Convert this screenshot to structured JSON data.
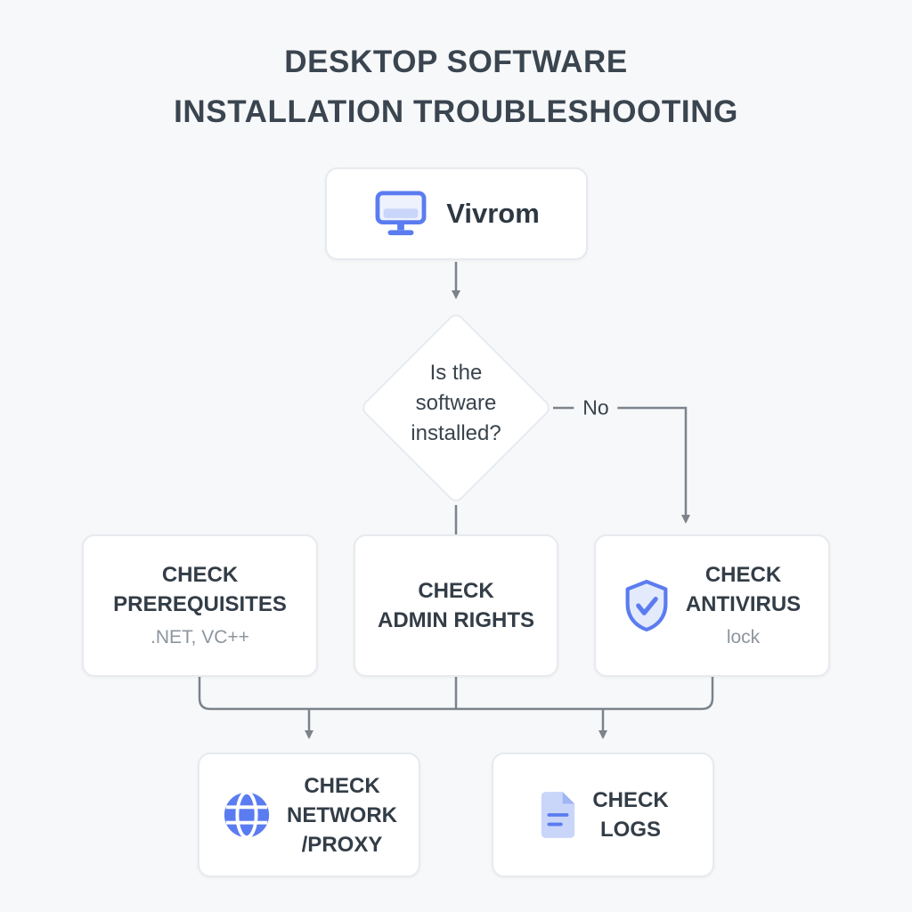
{
  "title": {
    "line1": "DESKTOP SOFTWARE",
    "line2": "INSTALLATION TROUBLESHOOTING"
  },
  "flow": {
    "start": {
      "label": "Vivrom",
      "icon": "monitor-icon"
    },
    "decision": {
      "line1": "Is the",
      "line2": "software",
      "line3": "installed?"
    },
    "no_edge": {
      "label": "No"
    },
    "prerequisites": {
      "line1": "CHECK",
      "line2": "PREREQUISITES",
      "subtitle": ".NET, VC++"
    },
    "admin_rights": {
      "line1": "CHECK",
      "line2": "ADMIN RIGHTS"
    },
    "antivirus": {
      "icon": "shield-check-icon",
      "line1": "CHECK",
      "line2": "ANTIVIRUS",
      "subtitle": "lock"
    },
    "network_proxy": {
      "icon": "globe-icon",
      "line1": "CHECK",
      "line2": "NETWORK",
      "line3": "/PROXY"
    },
    "logs": {
      "icon": "document-icon",
      "line1": "CHECK",
      "line2": "LOGS"
    }
  },
  "colors": {
    "accent": "#5b7cf0",
    "icon_fill": "#d9e2fb",
    "arrow": "#7b838b",
    "title_text": "#3a4550",
    "node_text": "#333d47",
    "muted_text": "#8d959e",
    "background": "#f7f8f9",
    "node_border": "#e7eaee"
  }
}
